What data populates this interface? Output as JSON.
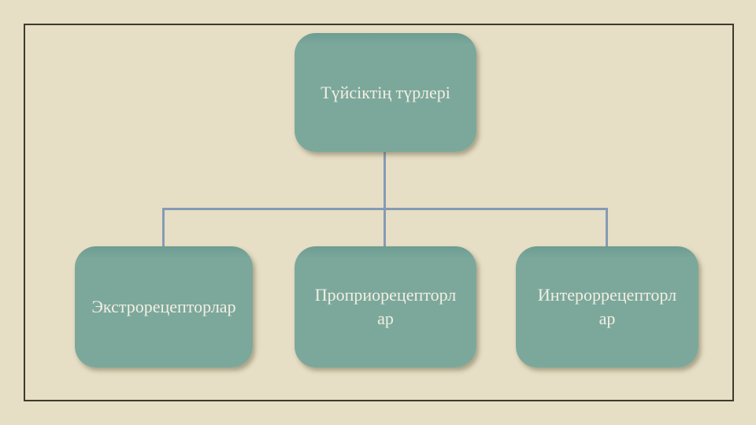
{
  "slide": {
    "background_color": "#e6dec5",
    "frame_color": "#3c3b2c",
    "node_fill_color": "#7ca89c",
    "node_text_color": "#f2efe2",
    "connector_color": "#8ba3bc",
    "diagram": {
      "type": "hierarchy",
      "root": {
        "label": "Түйсіктің түрлері"
      },
      "children": [
        {
          "label": "Экстрорецепторлар"
        },
        {
          "label": "Проприорецепторл\nар"
        },
        {
          "label": "Интероррецепторл\nар"
        }
      ]
    }
  }
}
